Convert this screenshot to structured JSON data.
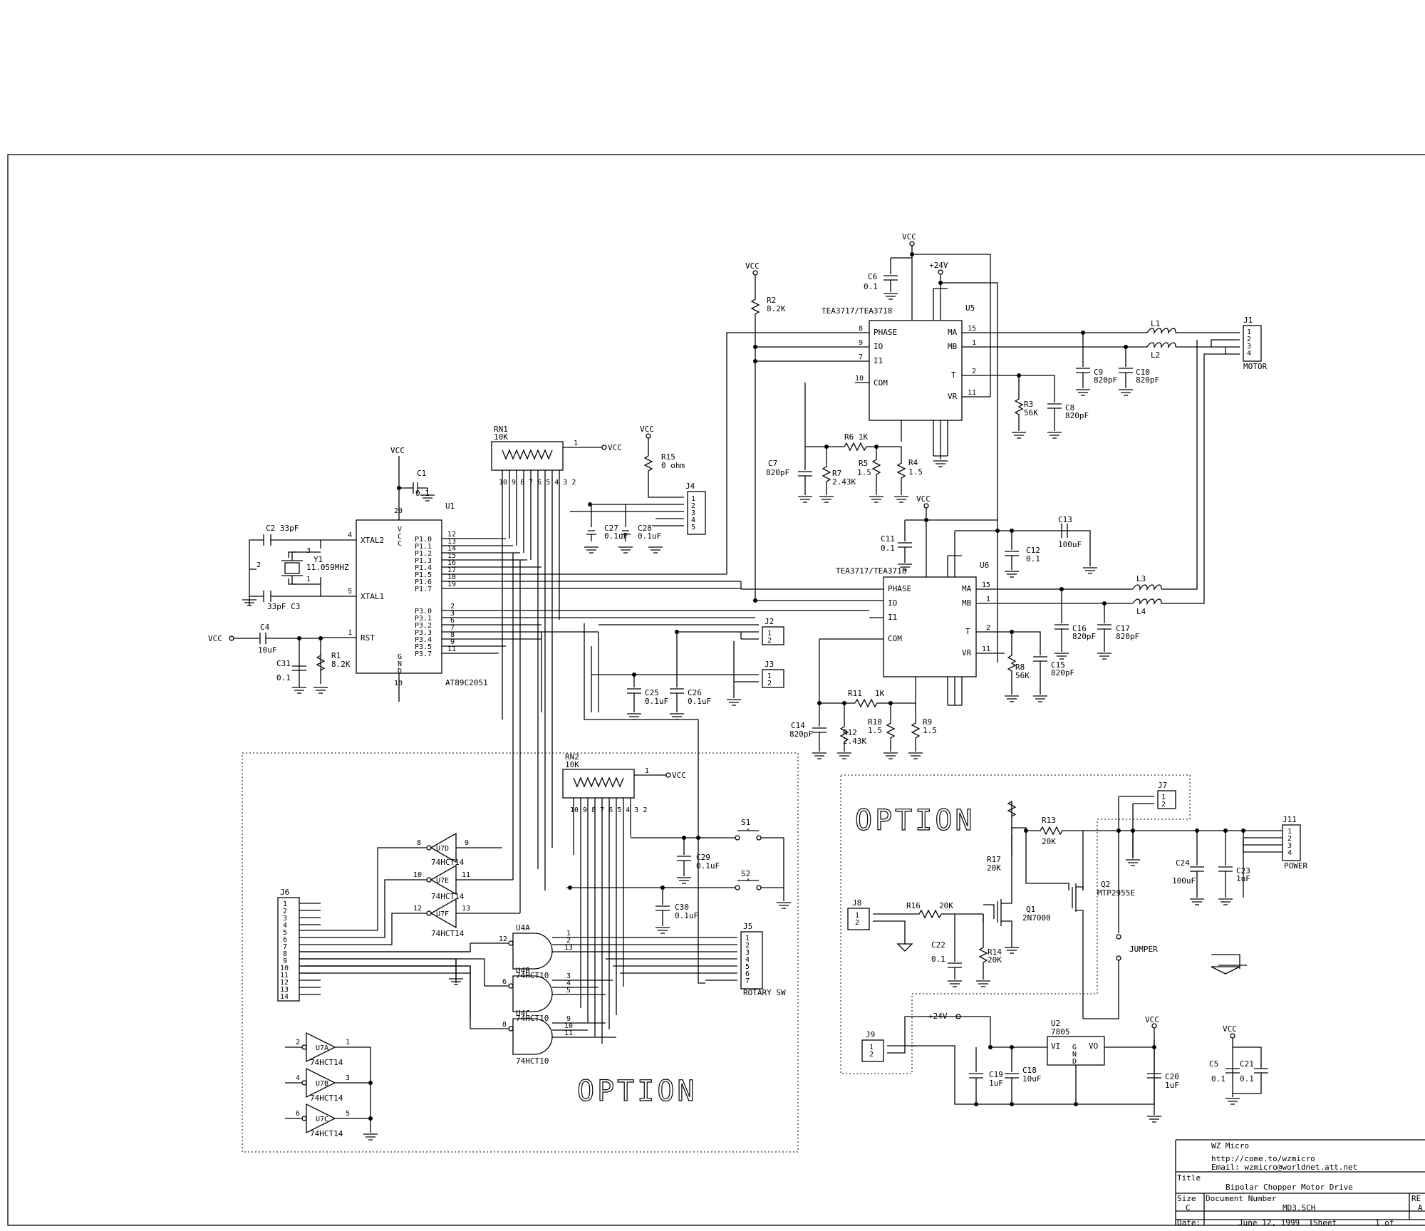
{
  "parts": {
    "u1": {
      "ref": "U1",
      "value": "AT89C2051"
    },
    "u5": {
      "ref": "U5",
      "value": "TEA3717/TEA3718"
    },
    "u6": {
      "ref": "U6",
      "value": "TEA3717/TEA3718"
    },
    "u2": {
      "ref": "U2",
      "value": "7805"
    },
    "q1": {
      "ref": "Q1",
      "value": "2N7000"
    },
    "q2": {
      "ref": "Q2",
      "value": "MTP2955E"
    },
    "rn1": {
      "ref": "RN1",
      "value": "10K"
    },
    "rn2": {
      "ref": "RN2",
      "value": "10K"
    },
    "y1": {
      "ref": "Y1",
      "value": "11.059MHZ"
    },
    "j1": {
      "ref": "J1",
      "value": "MOTOR"
    },
    "j5": {
      "ref": "J5",
      "value": "ROTARY SW"
    },
    "j11": {
      "ref": "J11",
      "value": "POWER"
    },
    "jumper": "JUMPER",
    "s1": "S1",
    "s2": "S2",
    "u4a": {
      "ref": "U4A",
      "value": "74HCT10"
    },
    "u4b": {
      "ref": "U4B",
      "value": "74HCT10"
    },
    "u4c": {
      "ref": "U4C",
      "value": "74HCT10"
    },
    "u7a": {
      "ref": "U7A",
      "value": "74HCT14"
    },
    "u7b": {
      "ref": "U7B",
      "value": "74HCT14"
    },
    "u7c": {
      "ref": "U7C",
      "value": "74HCT14"
    },
    "u7d": {
      "ref": "U7D",
      "value": "74HCT14"
    },
    "u7e": {
      "ref": "U7E",
      "value": "74HCT14"
    },
    "u7f": {
      "ref": "U7F",
      "value": "74HCT14"
    }
  },
  "power_labels": {
    "vcc": "VCC",
    "v24": "+24V"
  },
  "option_labels": [
    "OPTION",
    "OPTION"
  ],
  "title_block": {
    "company": "WZ Micro",
    "url": "http://come.to/wzmicro",
    "email": "Email: wzmicro@worldnet.att.net",
    "title_label": "Title",
    "title": "Bipolar Chopper Motor Drive",
    "size_label": "Size",
    "size": "C",
    "docnum_label": "Document Number",
    "docnum": "MD3.SCH",
    "rev_label": "RE",
    "rev": "A",
    "date_label": "Date:",
    "date": "June 12, 1999",
    "sheet_label": "Sheet",
    "sheet": "1 of"
  }
}
